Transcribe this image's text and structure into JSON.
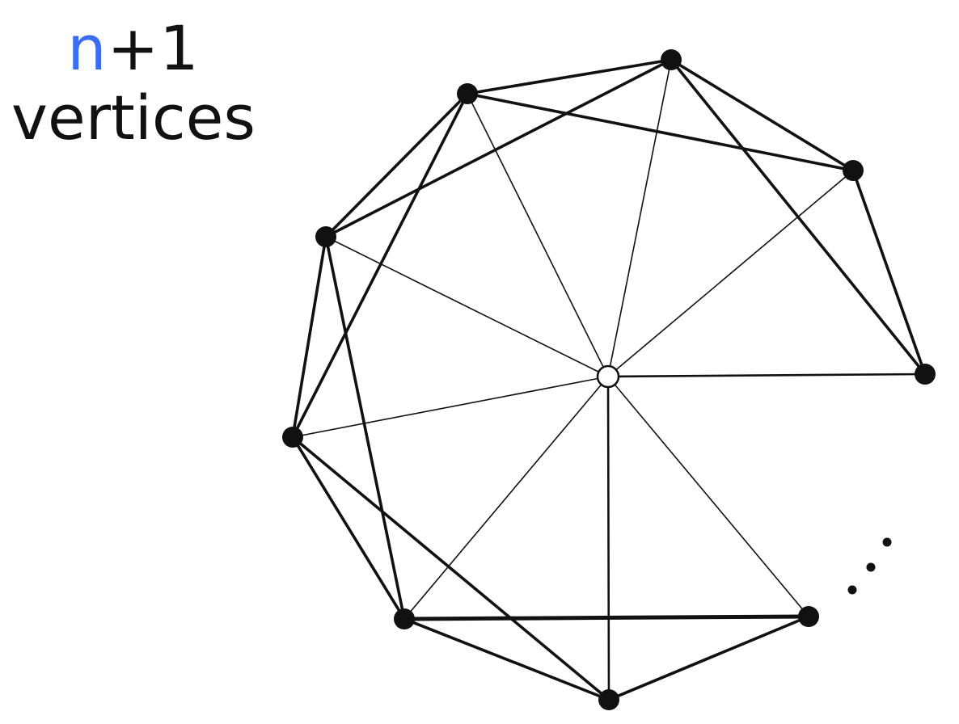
{
  "label": {
    "variable": "n",
    "suffix": "+1",
    "line2": "vertices"
  },
  "colors": {
    "variable": "#3b6cf4",
    "ink": "#111111",
    "hub_fill": "#ffffff"
  },
  "ellipsis": "..."
}
